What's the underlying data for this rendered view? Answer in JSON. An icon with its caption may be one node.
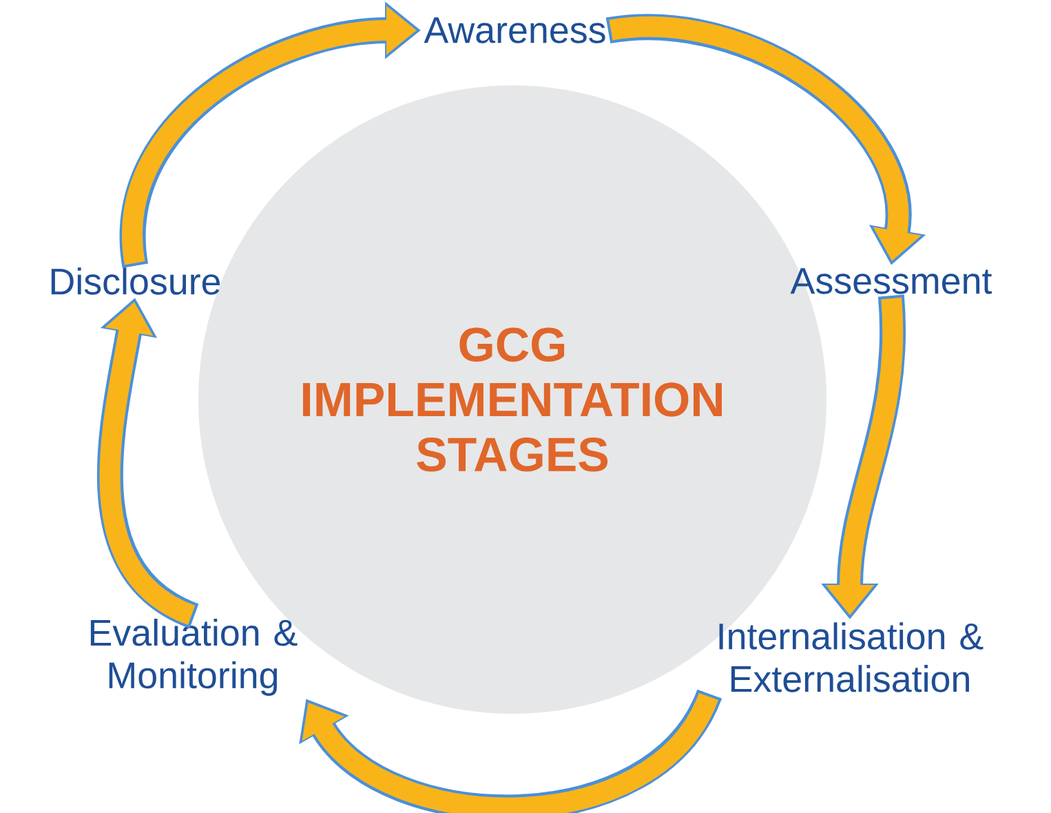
{
  "diagram": {
    "nodes": [
      {
        "text": [
          "GCG IMPLEMENTATION STAGES"
        ]
      },
      {
        "text": [
          "Awareness"
        ]
      },
      {
        "text": [
          "Assessment"
        ]
      },
      {
        "text": [
          "Internalisation & Externalisation"
        ]
      },
      {
        "text": [
          "Evaluation & Monitoring"
        ]
      },
      {
        "text": [
          "Disclosure"
        ]
      }
    ],
    "edges": [
      {
        "from": 1,
        "to": 2,
        "arrow": "to"
      },
      {
        "from": 2,
        "to": 3,
        "arrow": "to"
      },
      {
        "from": 3,
        "to": 4,
        "arrow": "to"
      },
      {
        "from": 4,
        "to": 5,
        "arrow": "to"
      },
      {
        "from": 5,
        "to": 1,
        "arrow": "to"
      }
    ]
  }
}
